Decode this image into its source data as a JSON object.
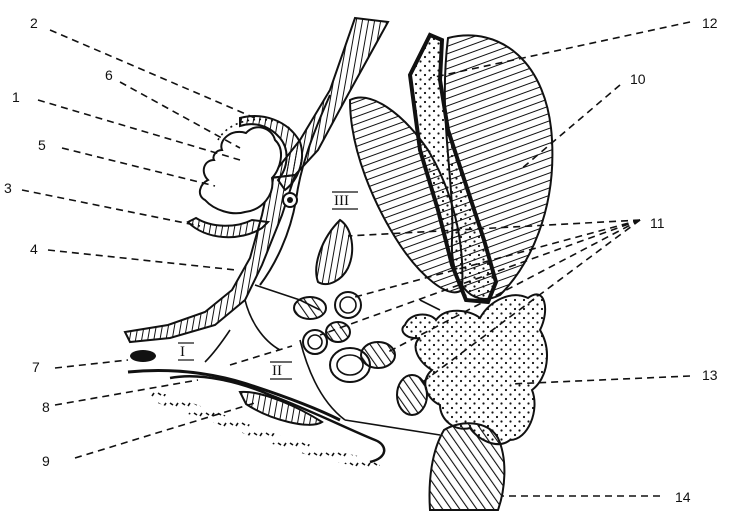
{
  "figure": {
    "labels": [
      "1",
      "2",
      "3",
      "4",
      "5",
      "6",
      "7",
      "8",
      "9",
      "10",
      "11",
      "12",
      "13",
      "14"
    ],
    "zones": [
      "I",
      "II",
      "III"
    ]
  }
}
